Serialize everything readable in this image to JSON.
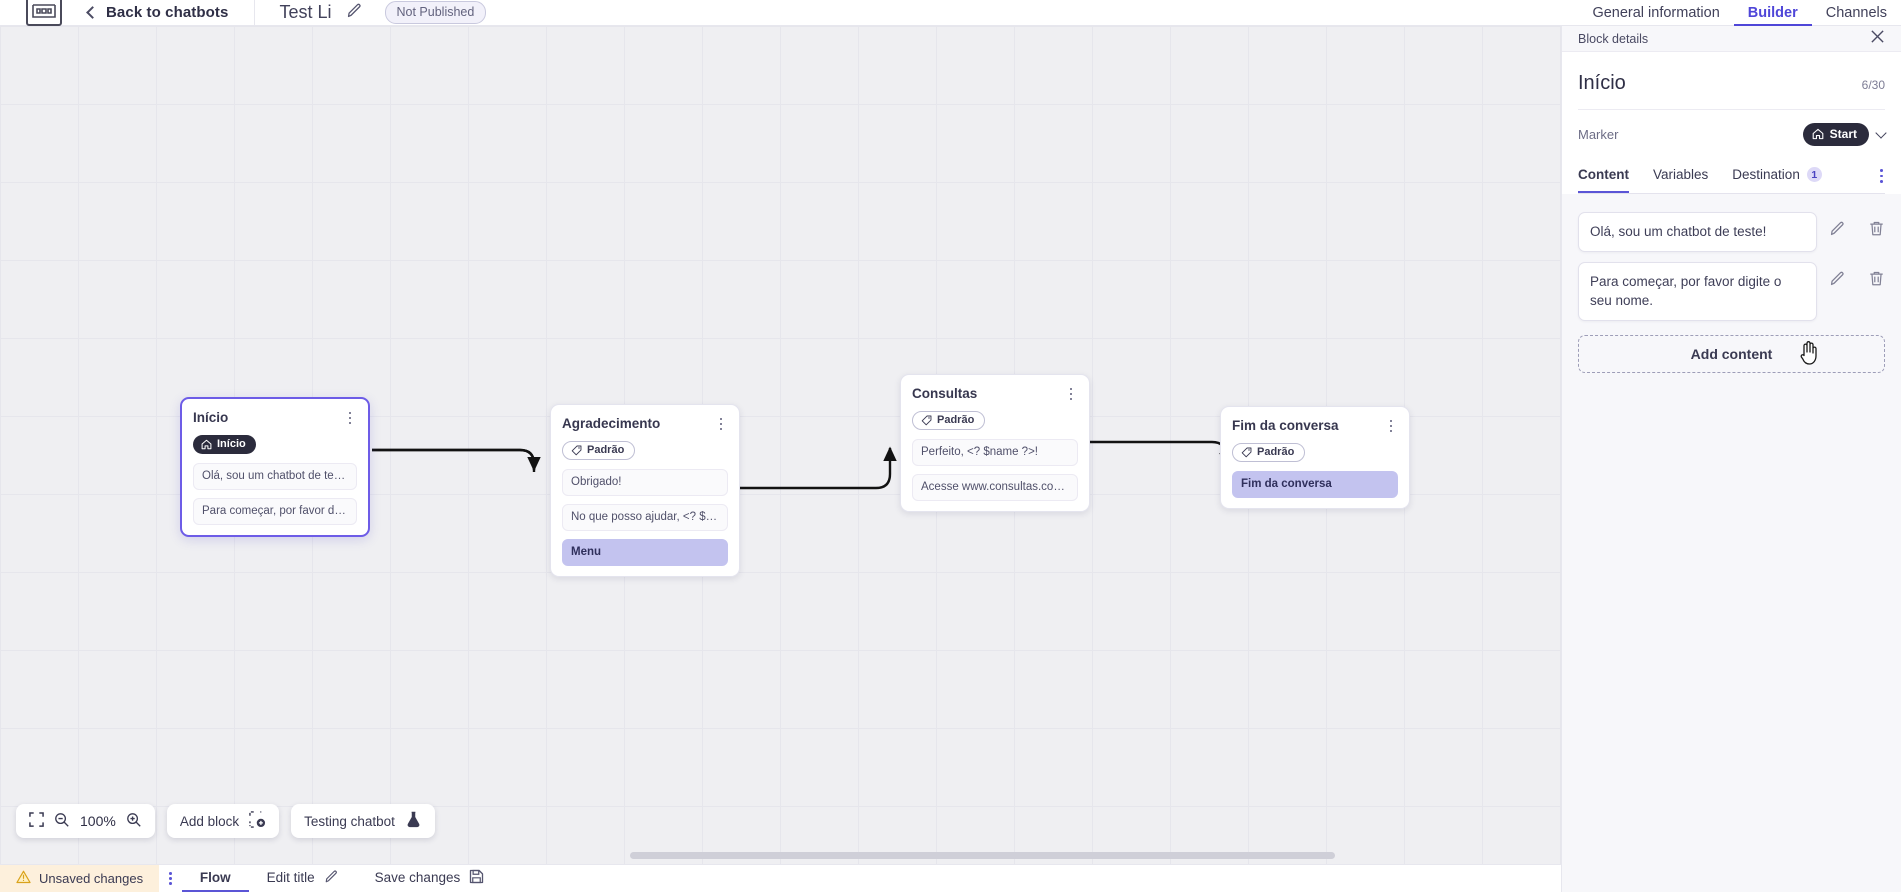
{
  "topbar": {
    "logo_icon": "chatbot-logo-icon",
    "back_label": "Back to chatbots",
    "back_icon": "chevron-left-icon",
    "bot_title": "Test Li",
    "edit_title_icon": "pencil-icon",
    "publish_status": "Not Published",
    "tabs": [
      {
        "label": "General information",
        "active": false
      },
      {
        "label": "Builder",
        "active": true
      },
      {
        "label": "Channels",
        "active": false
      }
    ]
  },
  "canvas": {
    "zoom_level": "100%",
    "fit_icon": "fit-to-screen-icon",
    "zoom_out_icon": "zoom-out-icon",
    "zoom_in_icon": "zoom-in-icon",
    "add_block_label": "Add block",
    "add_block_icon": "add-block-icon",
    "testing_label": "Testing chatbot",
    "testing_icon": "flask-icon",
    "blocks": [
      {
        "id": "inicio",
        "title": "Início",
        "tag": "Início",
        "tag_type": "start",
        "tag_icon": "home-icon",
        "selected": true,
        "messages": [
          {
            "text": "Olá, sou um chatbot de teste!",
            "highlight": false
          },
          {
            "text": "Para começar, por favor digite o ...",
            "highlight": false
          }
        ]
      },
      {
        "id": "agradecimento",
        "title": "Agradecimento",
        "tag": "Padrão",
        "tag_type": "default",
        "tag_icon": "tag-icon",
        "selected": false,
        "messages": [
          {
            "text": "Obrigado!",
            "highlight": false
          },
          {
            "text": "No que posso ajudar, <? $name ...",
            "highlight": false
          },
          {
            "text": "Menu",
            "highlight": true
          }
        ]
      },
      {
        "id": "consultas",
        "title": "Consultas",
        "tag": "Padrão",
        "tag_type": "default",
        "tag_icon": "tag-icon",
        "selected": false,
        "messages": [
          {
            "text": "Perfeito, <? $name ?>!",
            "highlight": false
          },
          {
            "text": "Acesse www.consultas.com par...",
            "highlight": false
          }
        ]
      },
      {
        "id": "fim-da-conversa",
        "title": "Fim da conversa",
        "tag": "Padrão",
        "tag_type": "default",
        "tag_icon": "tag-icon",
        "selected": false,
        "messages": [
          {
            "text": "Fim da conversa",
            "highlight": true
          }
        ]
      }
    ]
  },
  "bottombar": {
    "unsaved_label": "Unsaved changes",
    "warning_icon": "warning-triangle-icon",
    "kebab_icon": "kebab-menu-icon",
    "flow_label": "Flow",
    "edit_title_label": "Edit title",
    "edit_title_icon": "pencil-icon",
    "save_label": "Save changes",
    "save_icon": "save-disk-icon"
  },
  "panel": {
    "header_title": "Block details",
    "close_icon": "close-icon",
    "block_name": "Início",
    "char_count": "6/30",
    "marker_label": "Marker",
    "marker_value": "Start",
    "marker_icon": "home-icon",
    "marker_chevron_icon": "chevron-down-icon",
    "tabs": [
      {
        "label": "Content",
        "active": true,
        "badge": ""
      },
      {
        "label": "Variables",
        "active": false,
        "badge": ""
      },
      {
        "label": "Destination",
        "active": false,
        "badge": "1"
      }
    ],
    "tabs_kebab_icon": "kebab-menu-icon",
    "contents": [
      {
        "text": "Olá, sou um chatbot de teste!",
        "edit_icon": "pencil-icon",
        "delete_icon": "trash-icon"
      },
      {
        "text": "Para começar, por favor digite o seu nome.",
        "edit_icon": "pencil-icon",
        "delete_icon": "trash-icon"
      }
    ],
    "add_content_label": "Add content",
    "cursor_icon": "pointer-hand-cursor"
  }
}
